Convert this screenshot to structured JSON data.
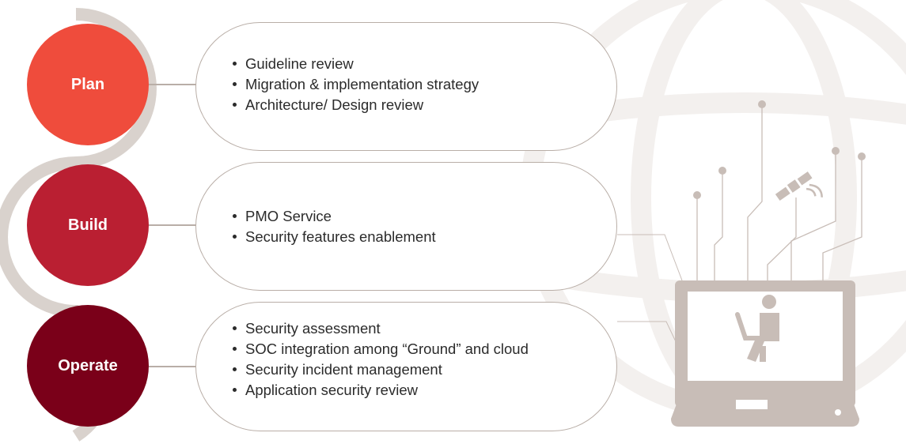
{
  "stages": [
    {
      "label": "Plan",
      "color": "#ef4c3c",
      "items": [
        "Guideline review",
        "Migration & implementation strategy",
        "Architecture/ Design review"
      ]
    },
    {
      "label": "Build",
      "color": "#ba1f32",
      "items": [
        "PMO Service",
        "Security features enablement"
      ]
    },
    {
      "label": "Operate",
      "color": "#7a0019",
      "items": [
        "Security assessment",
        "SOC integration among “Ground” and cloud",
        "Security incident management",
        "Application security review"
      ]
    }
  ],
  "decor": {
    "globe_icon": "globe-icon",
    "laptop_icon": "laptop-user-icon",
    "satellite_icon": "satellite-icon",
    "track_color": "#d9d2cd",
    "line_color": "#b9aea7"
  }
}
